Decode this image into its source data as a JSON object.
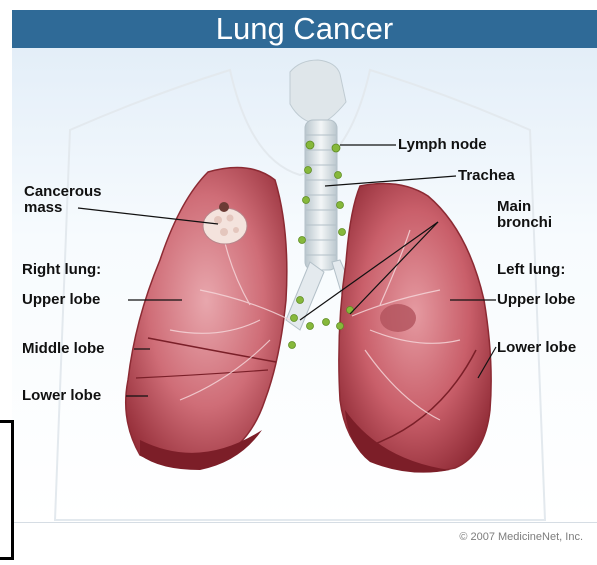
{
  "title": "Lung Cancer",
  "copyright": "© 2007 MedicineNet, Inc.",
  "labels": {
    "lymph_node": "Lymph node",
    "trachea": "Trachea",
    "main_bronchi_1": "Main",
    "main_bronchi_2": "bronchi",
    "cancerous_mass_1": "Cancerous",
    "cancerous_mass_2": "mass",
    "right_lung": "Right lung:",
    "right_upper_lobe": "Upper lobe",
    "right_middle_lobe": "Middle lobe",
    "right_lower_lobe": "Lower lobe",
    "left_lung": "Left lung:",
    "left_upper_lobe": "Upper lobe",
    "left_lower_lobe": "Lower lobe"
  },
  "colors": {
    "title_bar": "#2f6a97",
    "lung_tissue": "#c9656f",
    "lung_dark": "#8c2a33",
    "lymph_node": "#86b83b",
    "trachea": "#dfe6ea"
  }
}
